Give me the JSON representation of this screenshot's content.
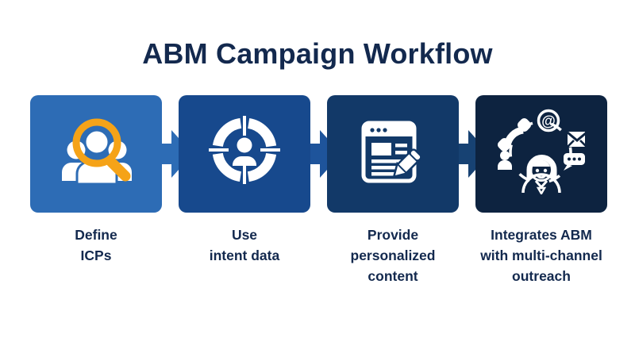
{
  "title": "ABM Campaign Workflow",
  "colors": {
    "background": "#FFFFFF",
    "heading_text": "#13294E",
    "label_text": "#13294E",
    "icon_white": "#FFFFFF",
    "magnifier_orange": "#F5A318"
  },
  "steps": [
    {
      "label": "Define\nICPs",
      "box_color": "#2D6CB5",
      "icon": "people-search-icon"
    },
    {
      "label": "Use\nintent data",
      "box_color": "#17498D",
      "icon": "target-person-icon"
    },
    {
      "label": "Provide\npersonalized\ncontent",
      "box_color": "#123968",
      "icon": "document-edit-icon"
    },
    {
      "label": "Integrates ABM\nwith multi-channel\noutreach",
      "box_color": "#0D2340",
      "icon": "multichannel-outreach-icon",
      "at_symbol": "@"
    }
  ],
  "arrows": [
    {
      "color": "#2D6CB5"
    },
    {
      "color": "#1E549B"
    },
    {
      "color": "#174273"
    }
  ]
}
